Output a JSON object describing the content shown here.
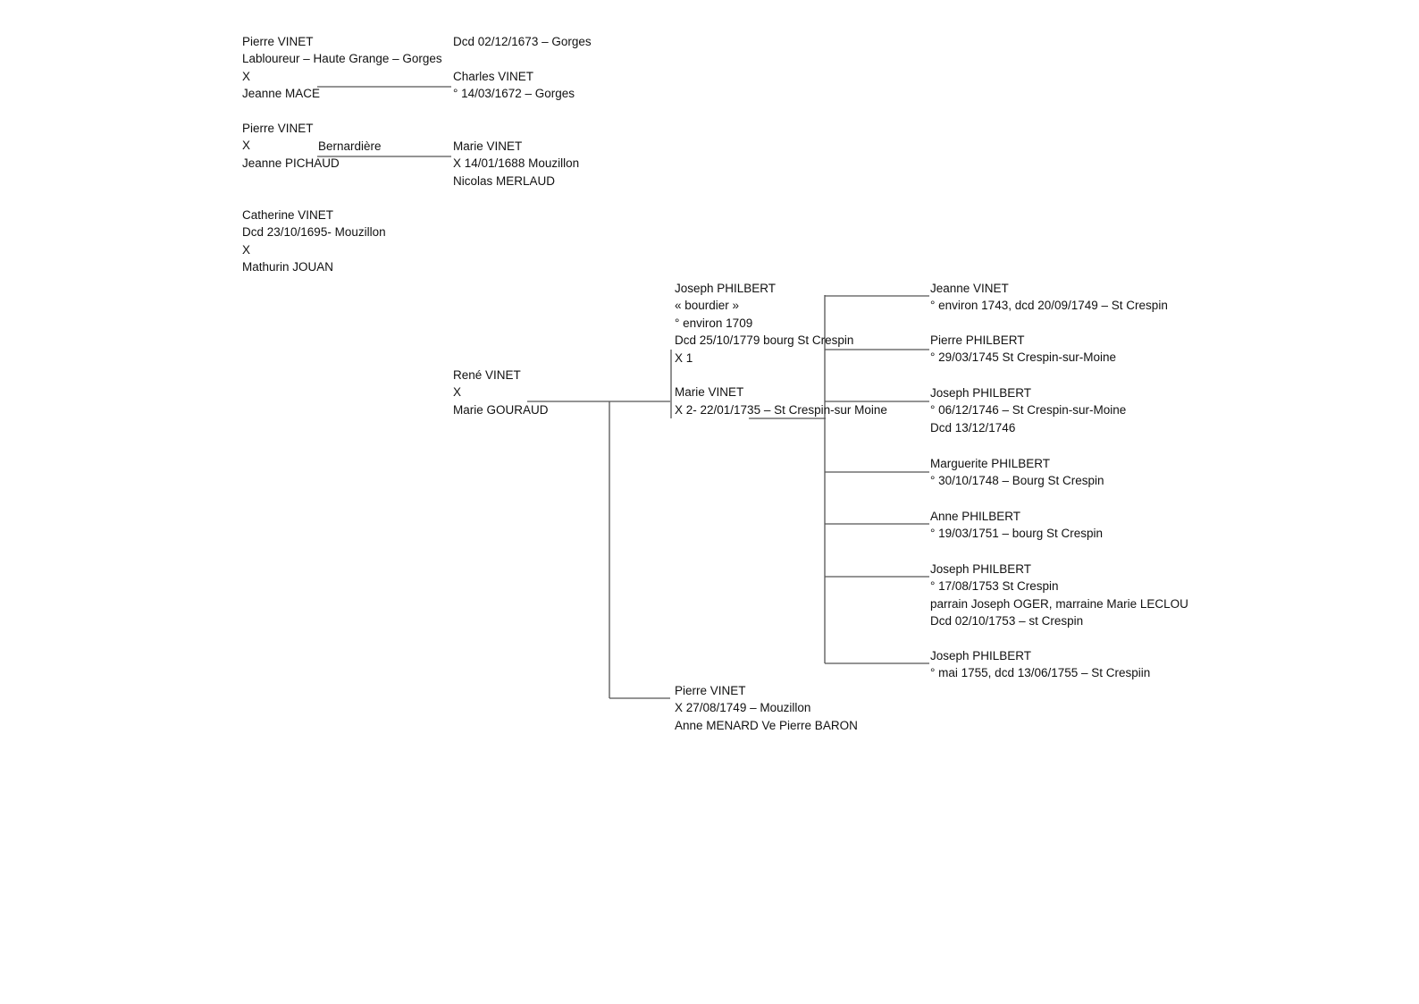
{
  "colors": {
    "text": "#111111",
    "line": "#555555",
    "background": "#ffffff"
  },
  "group1": {
    "parents": [
      "Pierre VINET",
      "Labloureur – Haute Grange – Gorges",
      "X",
      "Jeanne MACE"
    ],
    "child": [
      "Dcd 02/12/1673 – Gorges",
      "",
      "Charles VINET",
      "° 14/03/1672 – Gorges"
    ]
  },
  "group2": {
    "parents": [
      "Pierre VINET",
      "X",
      "Jeanne PICHAUD"
    ],
    "place": "Bernardière",
    "child": [
      "Marie VINET",
      "X  14/01/1688 Mouzillon",
      "Nicolas MERLAUD"
    ]
  },
  "group3": {
    "person": [
      "Catherine VINET",
      "Dcd 23/10/1695- Mouzillon",
      "X",
      "Mathurin JOUAN"
    ]
  },
  "rene": [
    "René VINET",
    "X",
    "Marie GOURAUD"
  ],
  "joseph_marie": [
    "Joseph PHILBERT",
    "« bourdier »",
    "° environ 1709",
    "Dcd 25/10/1779 bourg St Crespin",
    "X 1",
    "",
    "Marie VINET",
    "X 2-  22/01/1735 – St Crespin-sur Moine"
  ],
  "pierre2": [
    "Pierre VINET",
    "X  27/08/1749 – Mouzillon",
    "Anne MENARD Ve Pierre BARON"
  ],
  "children": [
    {
      "lines": [
        "Jeanne VINET",
        "° environ 1743, dcd 20/09/1749 – St Crespin"
      ]
    },
    {
      "lines": [
        "Pierre PHILBERT",
        "° 29/03/1745 St Crespin-sur-Moine"
      ]
    },
    {
      "lines": [
        "Joseph PHILBERT",
        "° 06/12/1746 – St Crespin-sur-Moine",
        "Dcd 13/12/1746"
      ]
    },
    {
      "lines": [
        "Marguerite PHILBERT",
        "° 30/10/1748 – Bourg St Crespin"
      ]
    },
    {
      "lines": [
        "Anne PHILBERT",
        "° 19/03/1751 – bourg St Crespin"
      ]
    },
    {
      "lines": [
        "Joseph PHILBERT",
        "° 17/08/1753 St Crespin",
        "parrain Joseph OGER, marraine Marie LECLOU",
        "Dcd 02/10/1753 – st Crespin"
      ]
    },
    {
      "lines": [
        "Joseph PHILBERT",
        "° mai 1755, dcd 13/06/1755 – St Crespiin"
      ]
    }
  ]
}
